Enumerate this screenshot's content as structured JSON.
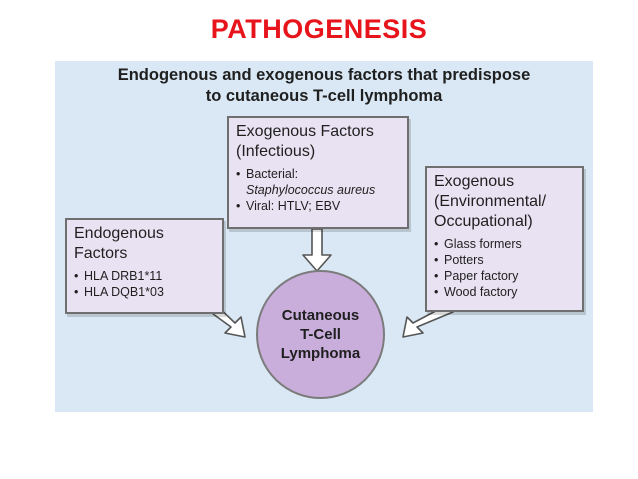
{
  "slide": {
    "title": "PATHOGENESIS"
  },
  "figure": {
    "heading_line1": "Endogenous and exogenous factors that predispose",
    "heading_line2": "to cutaneous T-cell lymphoma",
    "center": {
      "line1": "Cutaneous",
      "line2": "T-Cell",
      "line3": "Lymphoma"
    },
    "exogenous_infectious": {
      "title_line1": "Exogenous Factors",
      "title_line2": "(Infectious)",
      "items": [
        "Bacterial:",
        "Staphylococcus aureus",
        "Viral: HTLV; EBV"
      ]
    },
    "endogenous": {
      "title_line1": "Endogenous",
      "title_line2": "Factors",
      "items": [
        "HLA DRB1*11",
        "HLA DQB1*03"
      ]
    },
    "exogenous_environmental": {
      "title_line1": "Exogenous",
      "title_line2": "(Environmental/",
      "title_line3": "Occupational)",
      "items": [
        "Glass formers",
        "Potters",
        "Paper factory",
        "Wood factory"
      ]
    },
    "colors": {
      "title": "#e8141b",
      "panel": "#d9e8f4",
      "box": "#e9e2f2",
      "circle": "#c9aedb"
    }
  }
}
